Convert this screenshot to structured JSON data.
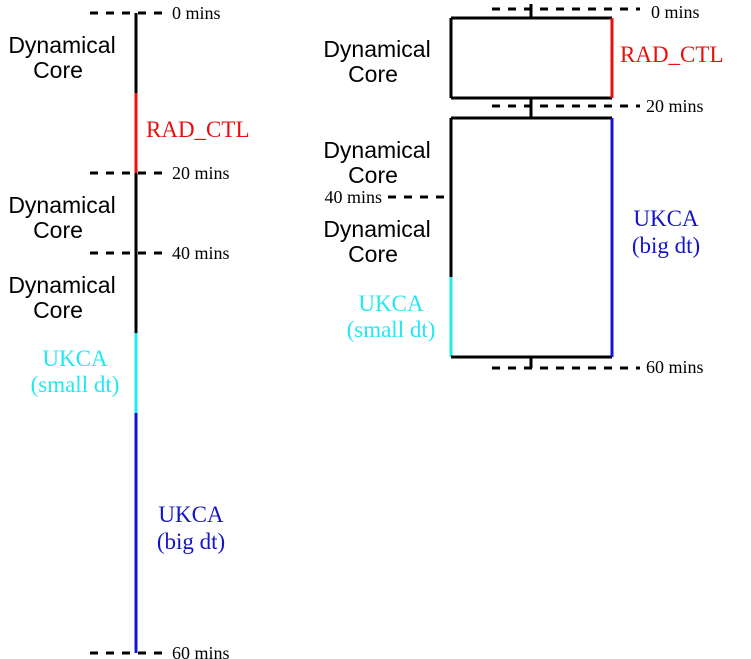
{
  "colors": {
    "black": "#000000",
    "red": "#e8100f",
    "cyan": "#22e8f0",
    "blue": "#1414c8"
  },
  "labels": {
    "t0": "0 mins",
    "t20": "20 mins",
    "t40": "40 mins",
    "t60": "60 mins",
    "dyn_line1": "Dynamical",
    "dyn_line2": "Core",
    "rad_ctl": "RAD_CTL",
    "ukca": "UKCA",
    "small_dt": "(small dt)",
    "big_dt": "(big dt)"
  }
}
